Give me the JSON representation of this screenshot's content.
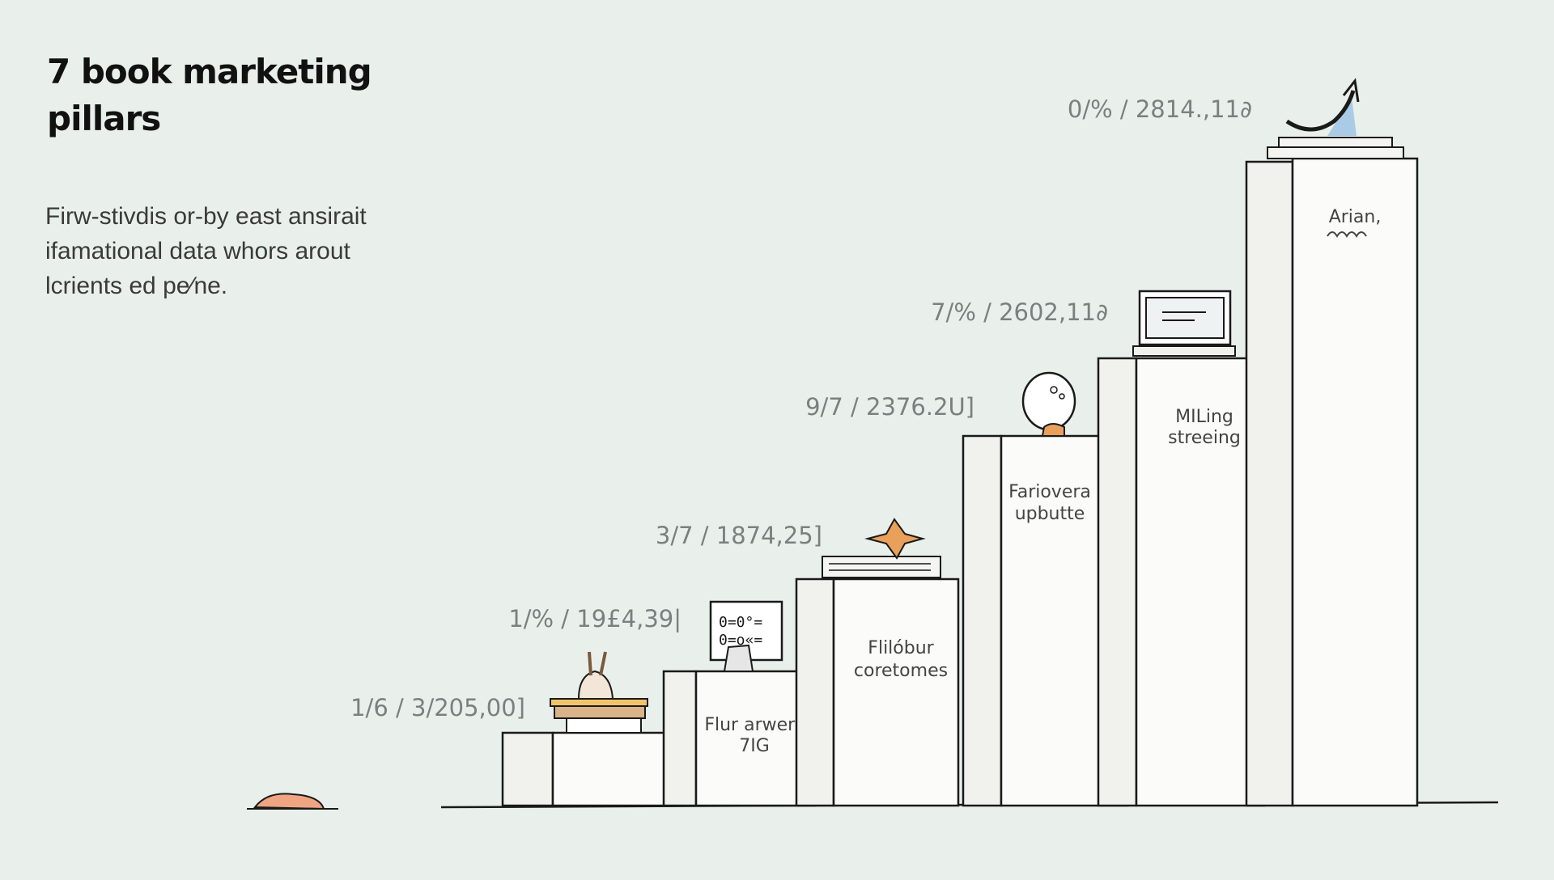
{
  "header": {
    "title_line1": "7 book marketing",
    "title_line2": "pillars",
    "subtitle_lines": [
      "Firw-stivdis or-by east ansirait",
      "ifamational data whors arout",
      "lcrients ed pe∕ne."
    ]
  },
  "pillars": [
    {
      "stat": "1/6 / 3/205,00]",
      "label_lines": [],
      "icon": "pencil-cup-on-books-icon"
    },
    {
      "stat": "1/% / 19£4,39|",
      "label_lines": [
        "Flur arwers",
        "7IG"
      ],
      "icon": "calendar-board-icon"
    },
    {
      "stat": "3/7 / 1874,25]",
      "label_lines": [
        "Flilóbur",
        "coretomes"
      ],
      "icon": "star-on-books-icon"
    },
    {
      "stat": "9/7 / 2376.2U]",
      "label_lines": [
        "Fariovera",
        "upbutte"
      ],
      "icon": "thinking-person-icon"
    },
    {
      "stat": "7/% / 2602,11∂",
      "label_lines": [
        "MILing",
        "streeing"
      ],
      "icon": "laptop-icon"
    },
    {
      "stat": "0/% / 2814.,11∂",
      "label_lines": [
        "Arian,"
      ],
      "icon": "growth-arrow-icon"
    }
  ],
  "colors": {
    "background": "#e9f0ec",
    "ink": "#1a1a1a",
    "stat_text": "#7b7f80",
    "accent_orange": "#e8a05a",
    "accent_blue": "#a9cbe6"
  }
}
